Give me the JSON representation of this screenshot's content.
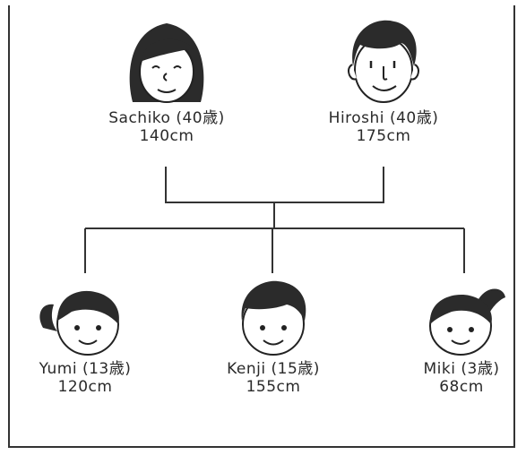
{
  "family": {
    "parents": [
      {
        "name": "Sachiko (40歳)",
        "height": "140cm",
        "face": "long-hair-woman-face-icon"
      },
      {
        "name": "Hiroshi (40歳)",
        "height": "175cm",
        "face": "man-face-icon"
      }
    ],
    "children": [
      {
        "name": "Yumi (13歳)",
        "height": "120cm",
        "face": "girl-side-ponytail-face-icon"
      },
      {
        "name": "Kenji (15歳)",
        "height": "155cm",
        "face": "boy-face-icon"
      },
      {
        "name": "Miki (3歳)",
        "height": "68cm",
        "face": "small-girl-ponytail-face-icon"
      }
    ]
  }
}
